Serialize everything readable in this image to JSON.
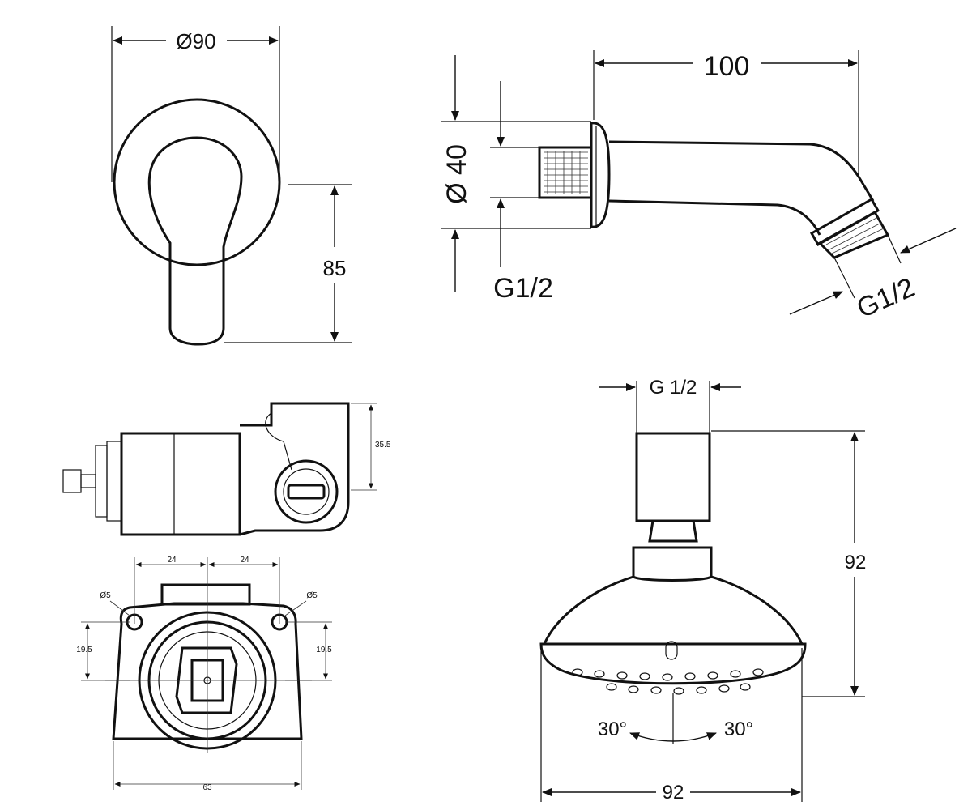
{
  "handle_view": {
    "diameter_label": "Ø90",
    "height_label": "85"
  },
  "shower_arm_view": {
    "length_label": "100",
    "flange_label": "Ø 40",
    "inlet_thread_label": "G1/2",
    "outlet_thread_label": "G1/2"
  },
  "valve_side_view": {
    "height_label": "35.5"
  },
  "valve_front_view": {
    "left_offset_label": "24",
    "right_offset_label": "24",
    "left_hole_label": "Ø5",
    "right_hole_label": "Ø5",
    "left_height_label": "19.5",
    "right_height_label": "19.5",
    "width_label": "63"
  },
  "shower_head_view": {
    "thread_label": "G 1/2",
    "height_label": "92",
    "width_label": "92",
    "left_angle_label": "30°",
    "right_angle_label": "30°"
  }
}
